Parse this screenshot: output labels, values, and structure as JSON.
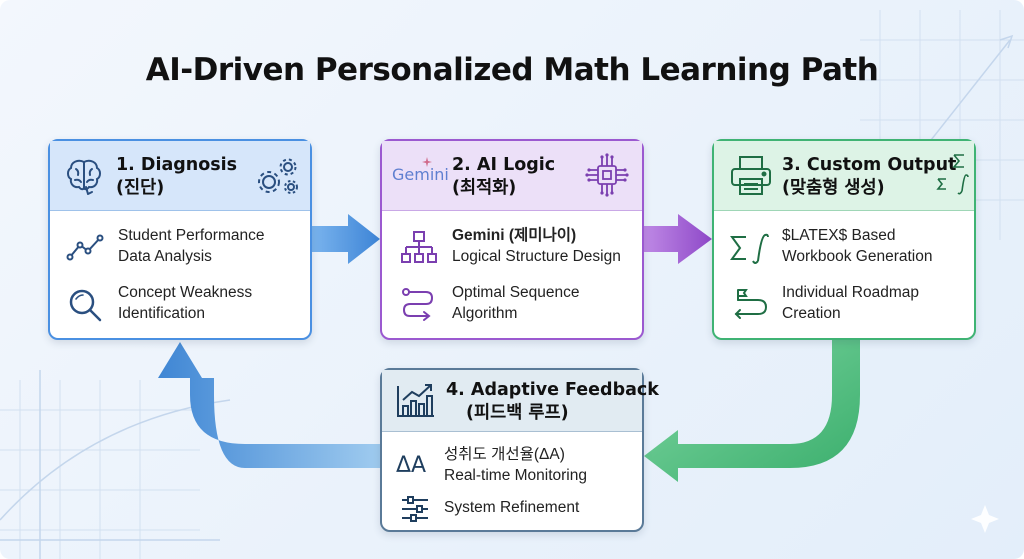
{
  "title": "AI-Driven Personalized Math Learning Path",
  "colors": {
    "diagnosis": "#4a90e2",
    "ai_logic": "#9b59d0",
    "output": "#3fb374",
    "feedback": "#5a7a98"
  },
  "cards": {
    "diagnosis": {
      "title_line1": "1. Diagnosis",
      "title_line2": "(진단)",
      "items": [
        {
          "icon": "line-chart-icon",
          "line1": "Student Performance",
          "line2": "Data Analysis"
        },
        {
          "icon": "magnifier-icon",
          "line1": "Concept Weakness",
          "line2": "Identification"
        }
      ]
    },
    "ai_logic": {
      "logo_text": "Gemini",
      "title_line1": "2. AI Logic",
      "title_line2": "(최적화)",
      "items": [
        {
          "icon": "hierarchy-icon",
          "line1": "Gemini (제미나이)",
          "line2": "Logical Structure Design"
        },
        {
          "icon": "route-icon",
          "line1": "Optimal Sequence",
          "line2": "Algorithm"
        }
      ]
    },
    "output": {
      "title_line1": "3. Custom Output",
      "title_line2": "(맞춤형 생성)",
      "items": [
        {
          "icon": "sigma-integral-icon",
          "line1": "$LATEX$ Based",
          "line2": "Workbook Generation"
        },
        {
          "icon": "roadmap-icon",
          "line1": "Individual Roadmap",
          "line2": "Creation"
        }
      ]
    },
    "feedback": {
      "title_line1": "4. Adaptive Feedback",
      "title_line2": "(피드백 루프)",
      "items": [
        {
          "icon": "delta-a-icon",
          "icon_text": "ΔA",
          "line1": "성취도 개선율(ΔA)",
          "line2": "Real-time Monitoring"
        },
        {
          "icon": "sliders-icon",
          "line1": "System Refinement"
        }
      ]
    }
  }
}
